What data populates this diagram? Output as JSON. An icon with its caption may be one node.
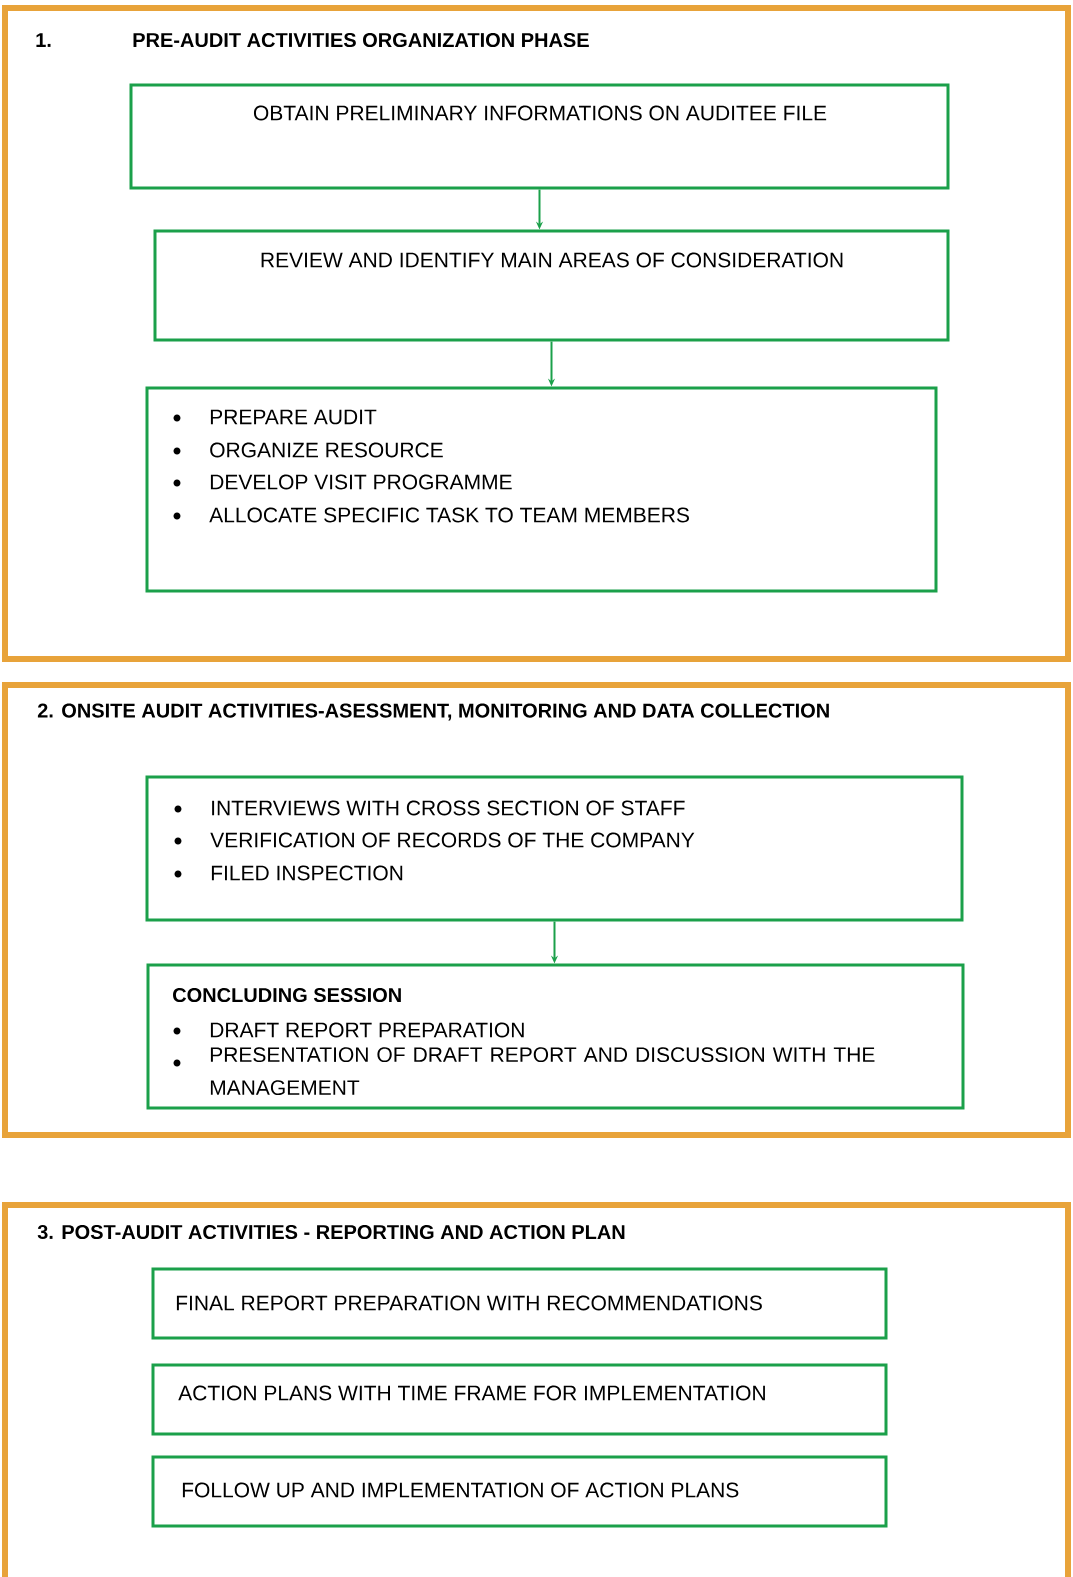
{
  "diagram": {
    "nodes": [
      {
        "text": [
          "1.",
          "PRE-AUDIT ACTIVITIES ORGANIZATION PHASE"
        ]
      },
      {
        "text": [
          "OBTAIN PRELIMINARY INFORMATIONS ON AUDITEE FILE"
        ],
        "in": 0
      },
      {
        "text": [
          "REVIEW AND IDENTIFY MAIN AREAS OF CONSIDERATION"
        ],
        "in": 0
      },
      {
        "text": [
          "PREPARE AUDIT",
          "ORGANIZE RESOURCE",
          "DEVELOP VISIT PROGRAMME",
          "ALLOCATE SPECIFIC TASK TO TEAM MEMBERS"
        ],
        "in": 0
      },
      {
        "text": [
          "2. ONSITE AUDIT ACTIVITIES-ASESSMENT, MONITORING AND DATA COLLECTION"
        ]
      },
      {
        "text": [
          "INTERVIEWS WITH CROSS SECTION OF STAFF",
          "VERIFICATION OF RECORDS OF THE COMPANY",
          "FILED INSPECTION"
        ],
        "in": 4
      },
      {
        "text": [
          "CONCLUDING SESSION",
          "DRAFT REPORT PREPARATION",
          "PRESENTATION OF DRAFT REPORT AND DISCUSSION WITH THE MANAGEMENT"
        ],
        "in": 4
      },
      {
        "text": [
          "3. POST-AUDIT ACTIVITIES - REPORTING AND ACTION PLAN"
        ]
      },
      {
        "text": [
          "FINAL REPORT PREPARATION WITH RECOMMENDATIONS"
        ],
        "in": 7
      },
      {
        "text": [
          "ACTION PLANS WITH TIME FRAME FOR IMPLEMENTATION"
        ],
        "in": 7
      },
      {
        "text": [
          "FOLLOW UP AND IMPLEMENTATION OF ACTION PLANS"
        ],
        "in": 7
      }
    ],
    "edges": [
      {
        "from": 1,
        "to": 2,
        "arrow": "to"
      },
      {
        "from": 2,
        "to": 3,
        "arrow": "to"
      },
      {
        "from": 5,
        "to": 6,
        "arrow": "to"
      }
    ]
  }
}
